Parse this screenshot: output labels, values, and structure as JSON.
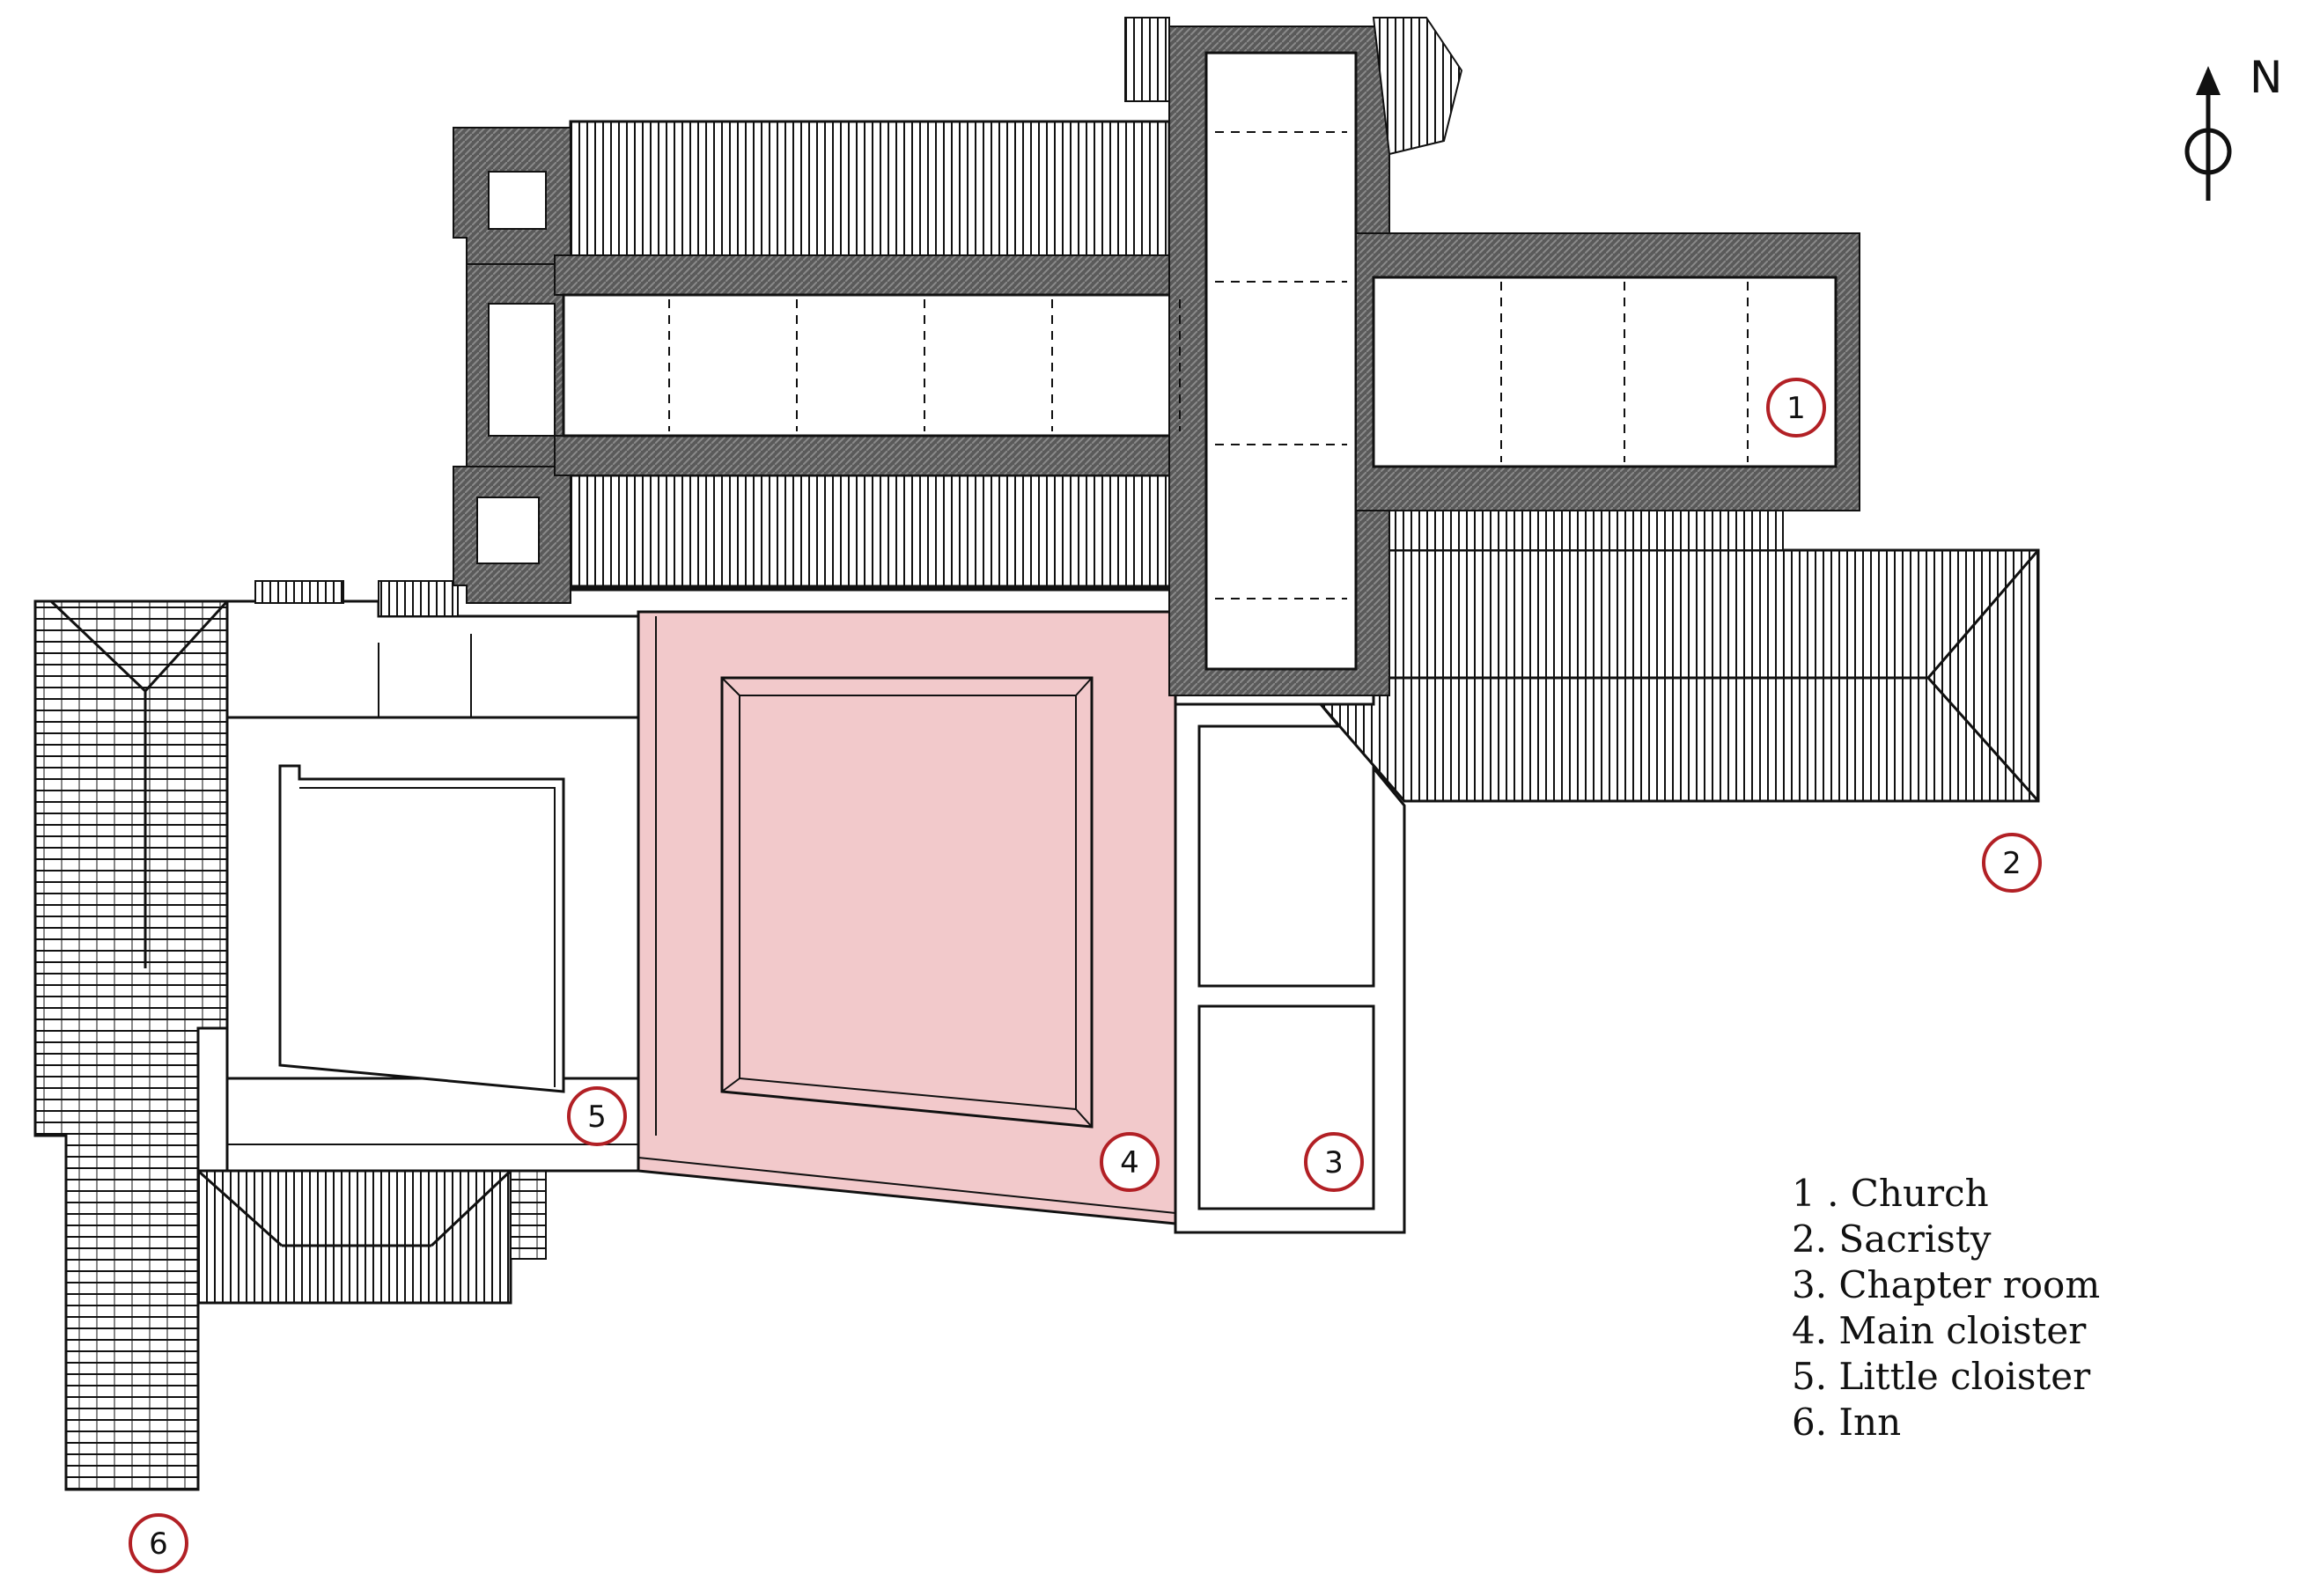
{
  "north": {
    "label": "N",
    "icon": "north-arrow-icon"
  },
  "colors": {
    "wall": "#5a5a5a",
    "line": "#111111",
    "highlight": "#f2c9cb",
    "marker": "#b22025"
  },
  "markers": [
    {
      "id": "church",
      "number": "1"
    },
    {
      "id": "sacristy",
      "number": "2"
    },
    {
      "id": "chapter-room",
      "number": "3"
    },
    {
      "id": "main-cloister",
      "number": "4"
    },
    {
      "id": "little-cloister",
      "number": "5"
    },
    {
      "id": "inn",
      "number": "6"
    }
  ],
  "legend": [
    "1 . Church",
    "2. Sacristy",
    "3. Chapter room",
    "4. Main cloister",
    "5. Little cloister",
    "6. Inn"
  ]
}
